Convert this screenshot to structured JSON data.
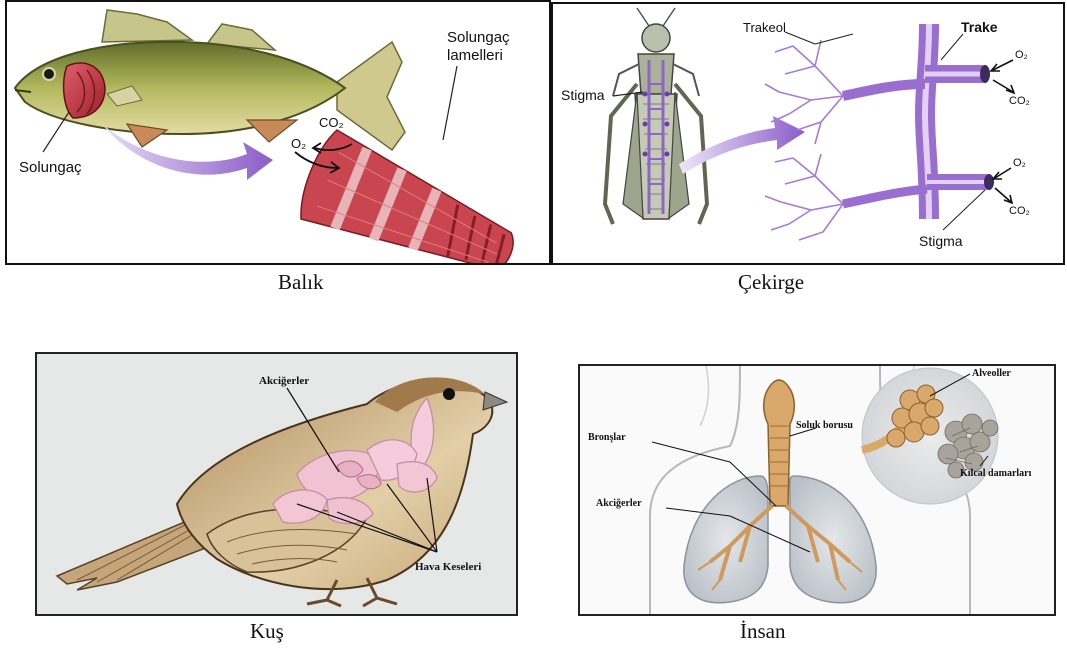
{
  "panels": {
    "fish": {
      "caption": "Balık",
      "labels": {
        "gill": "Solungaç",
        "lamellae_1": "Solungaç",
        "lamellae_2": "lamelleri",
        "co2": "CO₂",
        "o2": "O₂"
      }
    },
    "grasshopper": {
      "caption": "Çekirge",
      "labels": {
        "tracheole": "Trakeol",
        "trachea": "Trake",
        "stigma_left": "Stigma",
        "stigma_bottom": "Stigma",
        "o2_top": "O₂",
        "co2_top": "CO₂",
        "o2_bottom": "O₂",
        "co2_bottom": "CO₂"
      }
    },
    "bird": {
      "caption": "Kuş",
      "labels": {
        "lungs": "Akciğerler",
        "air_sacs": "Hava Keseleri"
      }
    },
    "human": {
      "caption": "İnsan",
      "labels": {
        "alveoli": "Alveoller",
        "trachea": "Soluk borusu",
        "bronchi": "Bronşlar",
        "lungs": "Akciğerler",
        "capillaries": "Kılcal damarları"
      }
    }
  },
  "colors": {
    "arrow": "#9a6fd0",
    "trachea_tube": "#c39be6",
    "fish_body": "#a7ae55",
    "gill_red": "#c4303c",
    "bird_lung": "#f1c2d2"
  }
}
